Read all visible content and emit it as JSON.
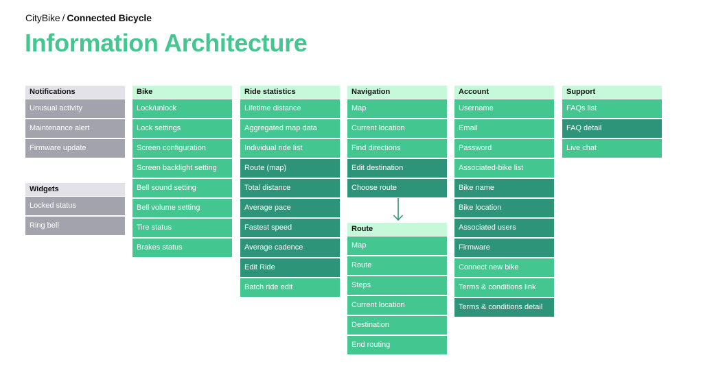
{
  "breadcrumb": {
    "parent": "CityBike",
    "separator": "/",
    "current": "Connected Bicycle"
  },
  "title": "Information Architecture",
  "colors": {
    "title": "#43C690",
    "gray_header": "#E2E2E8",
    "gray_item": "#A3A3AD",
    "green_header": "#C6F8DA",
    "green_light": "#43C690",
    "green_dark": "#2E9479"
  },
  "groups": {
    "notifications": {
      "title": "Notifications",
      "items": [
        "Unusual activity",
        "Maintenance alert",
        "Firmware update"
      ]
    },
    "widgets": {
      "title": "Widgets",
      "items": [
        "Locked status",
        "Ring bell"
      ]
    },
    "bike": {
      "title": "Bike",
      "items": [
        "Lock/unlock",
        "Lock settings",
        "Screen configuration",
        "Screen backlight setting",
        "Bell sound setting",
        "Bell volume setting",
        "Tire status",
        "Brakes status"
      ]
    },
    "ride_statistics": {
      "title": "Ride statistics",
      "items": [
        "Lifetime distance",
        "Aggregated map data",
        "Individual ride list",
        "Route (map)",
        "Total distance",
        "Average pace",
        "Fastest speed",
        "Average cadence",
        "Edit Ride",
        "Batch ride edit"
      ]
    },
    "navigation": {
      "title": "Navigation",
      "items": [
        "Map",
        "Current location",
        "Find directions",
        "Edit destination",
        "Choose route"
      ]
    },
    "route": {
      "title": "Route",
      "items": [
        "Map",
        "Route",
        "Steps",
        "Current location",
        "Destination",
        "End routing"
      ]
    },
    "account": {
      "title": "Account",
      "items": [
        "Username",
        "Email",
        "Password",
        "Associated-bike list",
        "Bike name",
        "Bike location",
        "Associated users",
        "Firmware",
        "Connect new bike",
        "Terms & conditions link",
        "Terms & conditions detail"
      ]
    },
    "support": {
      "title": "Support",
      "items": [
        "FAQs list",
        "FAQ detail",
        "Live chat"
      ]
    }
  },
  "connector": {
    "from": "Navigation / Choose route",
    "to": "Route",
    "icon": "arrow-down-icon"
  }
}
